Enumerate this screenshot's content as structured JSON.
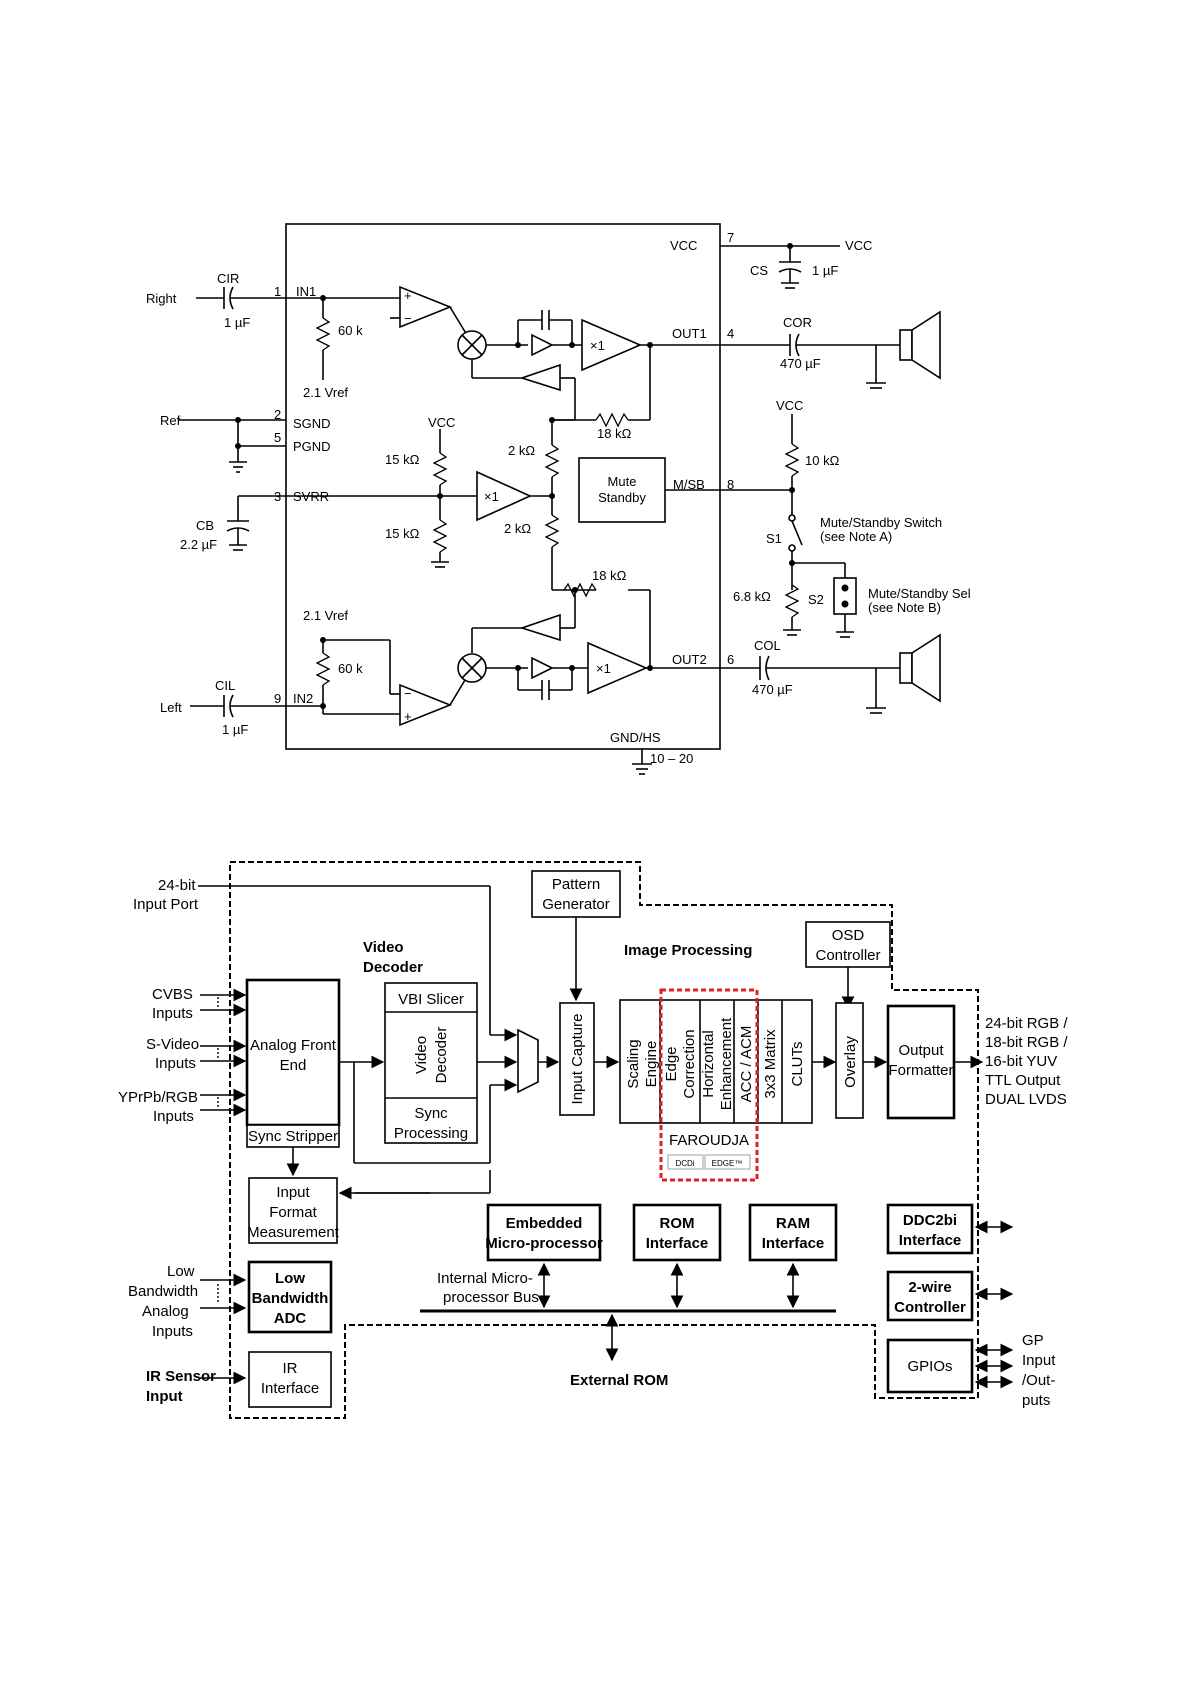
{
  "amp": {
    "pins": {
      "p1": "1",
      "p2": "2",
      "p5": "5",
      "p3": "3",
      "p9": "9",
      "p7": "7",
      "p4": "4",
      "p8": "8",
      "p6": "6",
      "p10_20": "10 – 20"
    },
    "labels": {
      "right": "Right",
      "ref": "Ref",
      "left": "Left",
      "in1": "IN1",
      "sgnd": "SGND",
      "pgnd": "PGND",
      "svrr": "SVRR",
      "in2": "IN2",
      "vcc_top": "VCC",
      "vcc_out": "VCC",
      "vcc_mid": "VCC",
      "vcc_right": "VCC",
      "out1": "OUT1",
      "out2": "OUT2",
      "msb": "M/SB",
      "gnd_hs": "GND/HS",
      "mute_standby": "Mute\nStandby",
      "x1_a": "×1",
      "x1_b": "×1",
      "x1_c": "×1"
    },
    "components": {
      "cir": "CIR",
      "cir_val": "1 µF",
      "cil": "CIL",
      "cil_val": "1 µF",
      "cb": "CB",
      "cb_val": "2.2 µF",
      "cs": "CS",
      "cs_val": "1 µF",
      "cor": "COR",
      "cor_val": "470 µF",
      "col": "COL",
      "col_val": "470 µF",
      "r60k_a": "60 k",
      "r60k_b": "60 k",
      "vref_a": "2.1 Vref",
      "vref_b": "2.1 Vref",
      "r15k_a": "15 kΩ",
      "r15k_b": "15 kΩ",
      "r2k_a": "2 kΩ",
      "r2k_b": "2 kΩ",
      "r18k_a": "18 kΩ",
      "r18k_b": "18 kΩ",
      "r10k": "10 kΩ",
      "r6_8k": "6.8 kΩ",
      "s1": "S1",
      "s2": "S2",
      "switch_note": "Mute/Standby Switch\n(see Note A)",
      "sel_note": "Mute/Standby Sel\n(see Note B)"
    }
  },
  "soc": {
    "inputs": {
      "port24": "24-bit\nInput Port",
      "cvbs": "CVBS\nInputs",
      "svideo": "S-Video\nInputs",
      "ypbpr": "YPrPb/RGB\nInputs",
      "lowbw": "Low\nBandwidth\nAnalog\nInputs",
      "ir": "IR Sensor\nInput"
    },
    "blocks": {
      "afe": "Analog Front\nEnd",
      "sync_stripper": "Sync Stripper",
      "ifm": "Input\nFormat\nMeasurement",
      "lbadc": "Low\nBandwidth\nADC",
      "irif": "IR\nInterface",
      "vd_title": "Video\nDecoder",
      "vbi": "VBI Slicer",
      "vdec": "Video\nDecoder",
      "syncp": "Sync\nProcessing",
      "pattern": "Pattern\nGenerator",
      "ip_title": "Image Processing",
      "capture": "Input Capture",
      "scaling": "Scaling\nEngine",
      "edge": "Edge\nCorrection",
      "horiz": "Horizontal\nEnhancement",
      "acc": "ACC / ACM",
      "matrix": "3x3 Matrix",
      "cluts": "CLUTs",
      "faroudja": "FAROUDJA",
      "dcdi": "DCDi",
      "edgetm": "EDGE™",
      "osd": "OSD\nController",
      "overlay": "Overlay",
      "outfmt": "Output\nFormatter",
      "emb": "Embedded\nMicro-processor",
      "rom": "ROM\nInterface",
      "ram": "RAM\nInterface",
      "bus": "Internal Micro-\nprocessor Bus",
      "extrom": "External ROM",
      "ddc": "DDC2bi\nInterface",
      "twowire": "2-wire\nController",
      "gpio": "GPIOs"
    },
    "outputs": {
      "main": "24-bit RGB /\n18-bit RGB /\n16-bit YUV\nTTL Output\nDUAL LVDS",
      "gp": "GP\nInput\n/Out-\nputs"
    },
    "colors": {
      "highlight": "#e02020"
    }
  }
}
